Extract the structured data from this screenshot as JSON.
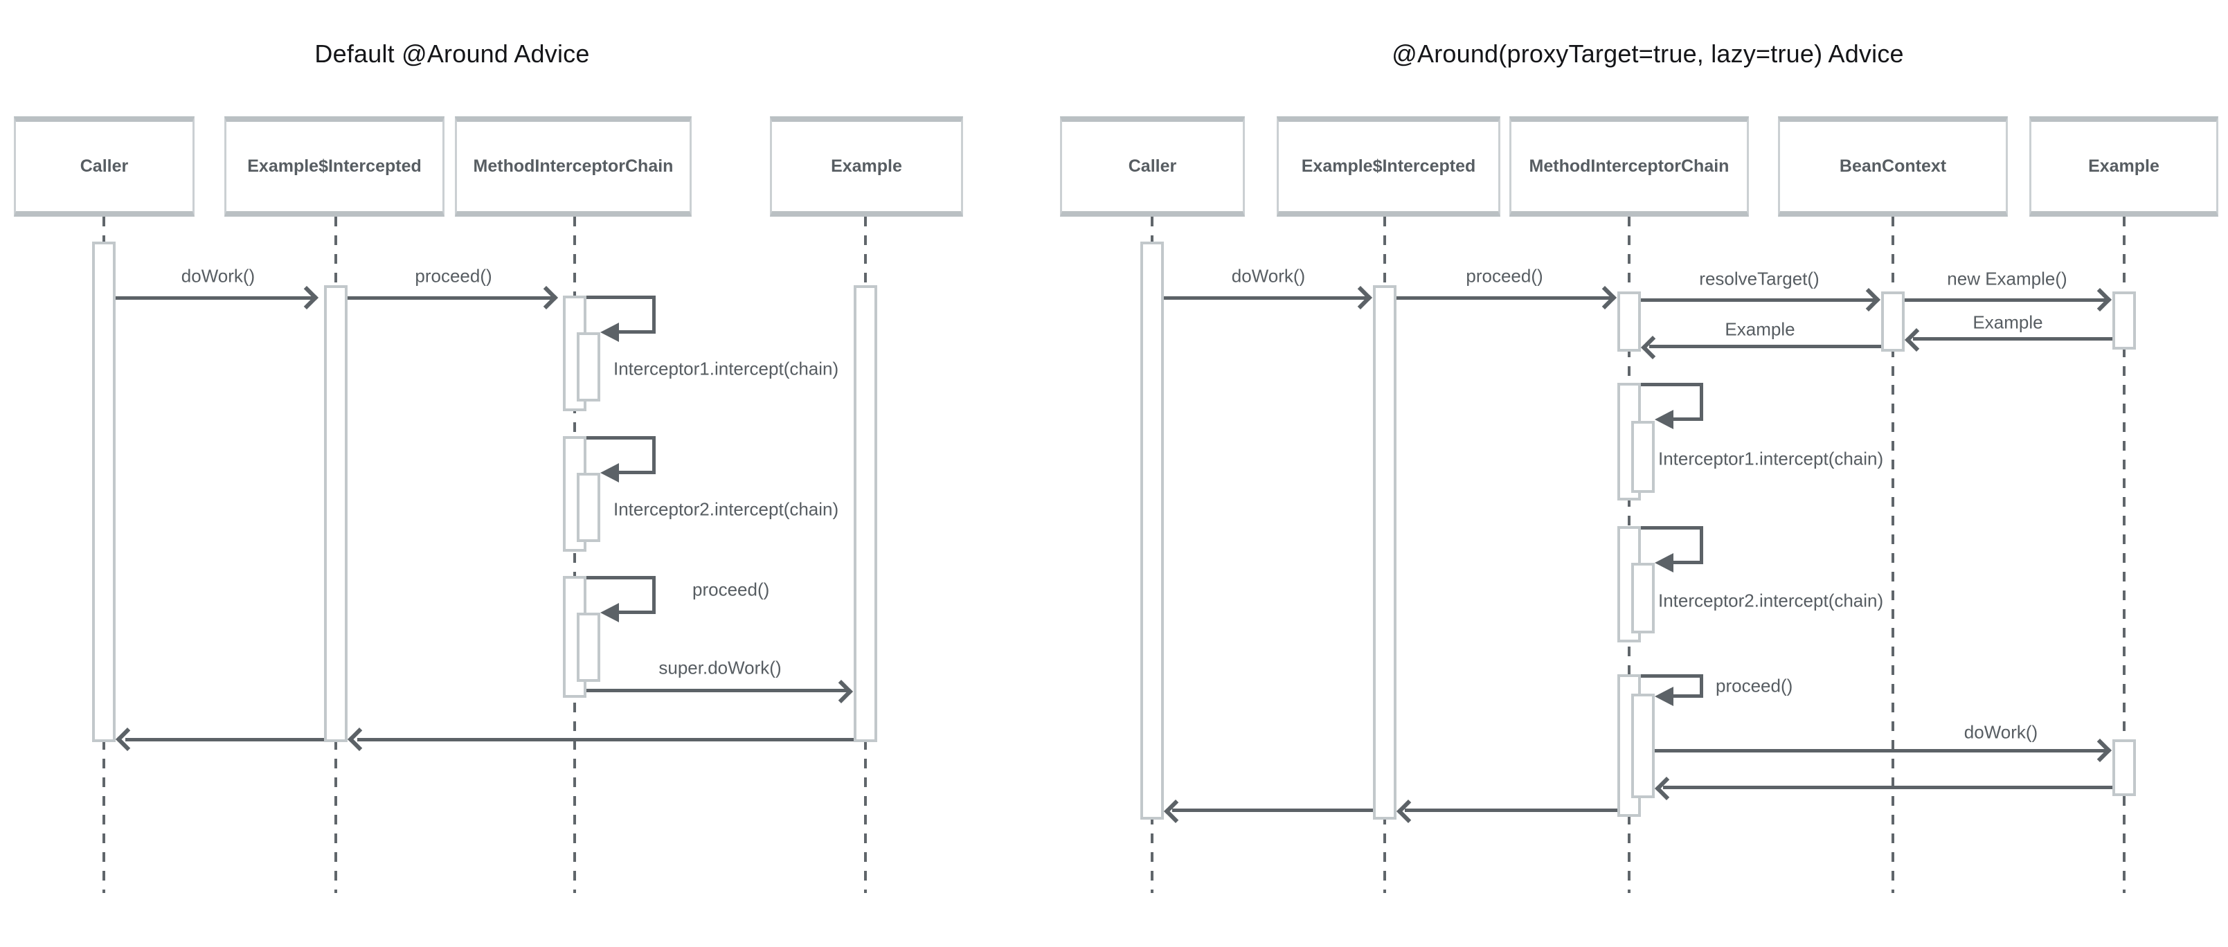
{
  "colors": {
    "background": "#ffffff",
    "line_dark": "#5c6267",
    "activation_border": "#c2c8cb",
    "participant_border": "#bac0c3",
    "label_text": "#575d62",
    "title_text": "#141518"
  },
  "left": {
    "title": "Default @Around Advice",
    "participants": [
      "Caller",
      "Example$Intercepted",
      "MethodInterceptorChain",
      "Example"
    ],
    "messages": {
      "dowork": "doWork()",
      "proceed": "proceed()",
      "interceptor1": "Interceptor1.intercept(chain)",
      "interceptor2": "Interceptor2.intercept(chain)",
      "proceed_self": "proceed()",
      "super_dowork": "super.doWork()"
    }
  },
  "right": {
    "title": "@Around(proxyTarget=true, lazy=true) Advice",
    "participants": [
      "Caller",
      "Example$Intercepted",
      "MethodInterceptorChain",
      "BeanContext",
      "Example"
    ],
    "messages": {
      "dowork": "doWork()",
      "proceed": "proceed()",
      "resolve_target": "resolveTarget()",
      "new_example": "new Example()",
      "return_example_to_beancontext": "Example",
      "return_example_to_chain": "Example",
      "interceptor1": "Interceptor1.intercept(chain)",
      "interceptor2": "Interceptor2.intercept(chain)",
      "proceed_self": "proceed()",
      "dowork_target": "doWork()"
    }
  }
}
